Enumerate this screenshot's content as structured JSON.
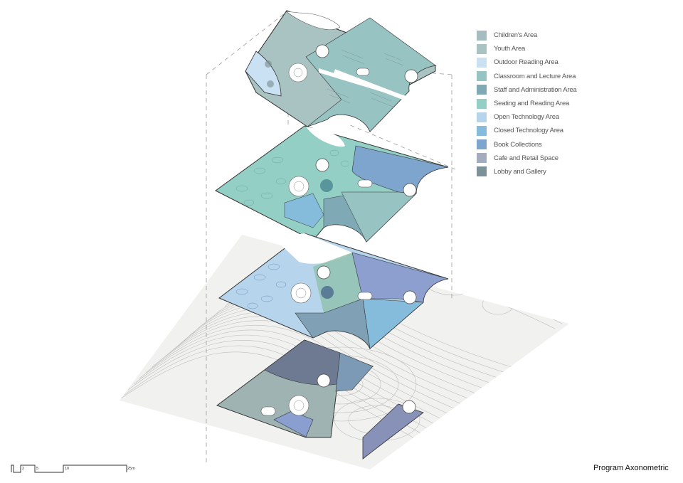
{
  "figure": {
    "title": "Program Axonometric",
    "floors": [
      {
        "level": 4,
        "name": "top-floor-plate"
      },
      {
        "level": 3,
        "name": "third-floor-plate"
      },
      {
        "level": 2,
        "name": "second-floor-plate"
      },
      {
        "level": 1,
        "name": "ground-floor-plate"
      }
    ]
  },
  "legend": {
    "items": [
      {
        "label": "Children's Area",
        "color": "#a6bcc0"
      },
      {
        "label": "Youth Area",
        "color": "#a9c3c3"
      },
      {
        "label": "Outdoor Reading Area",
        "color": "#c9e1f2"
      },
      {
        "label": "Classroom and Lecture Area",
        "color": "#98c3c3"
      },
      {
        "label": "Staff and Administration Area",
        "color": "#7fa9b5"
      },
      {
        "label": "Seating and Reading Area",
        "color": "#93cfc4"
      },
      {
        "label": "Open Technology Area",
        "color": "#b6d4ec"
      },
      {
        "label": "Closed Technology Area",
        "color": "#86bcdb"
      },
      {
        "label": "Book Collections",
        "color": "#7ea5cd"
      },
      {
        "label": "Cafe and Retail Space",
        "color": "#a3adbf"
      },
      {
        "label": "Lobby and Gallery",
        "color": "#7d9199"
      }
    ]
  },
  "scalebar": {
    "ticks": [
      "2",
      "5",
      "10",
      "25m"
    ]
  }
}
